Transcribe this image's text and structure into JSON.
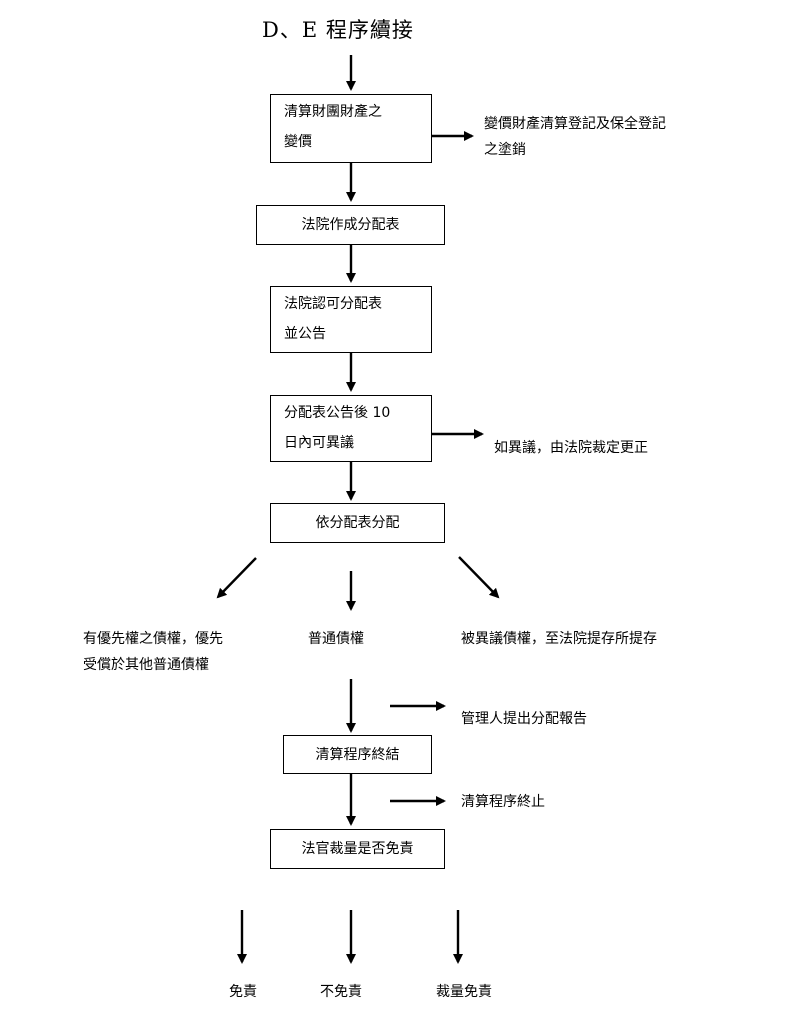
{
  "title": "D、E 程序續接",
  "boxes": {
    "liquidate": [
      "清算財團財產之",
      "變價"
    ],
    "make_table": [
      "法院作成分配表"
    ],
    "approve": [
      "法院認可分配表",
      "並公告"
    ],
    "objection": [
      "分配表公告後 10",
      "日內可異議"
    ],
    "distribute": [
      "依分配表分配"
    ],
    "terminate": [
      "清算程序終結"
    ],
    "discharge": [
      "法官裁量是否免責"
    ]
  },
  "side_labels": {
    "registration": [
      "變價財產清算登記及保全登記",
      "之塗銷"
    ],
    "court_correction": "如異議，由法院裁定更正",
    "report": "管理人提出分配報告",
    "end": "清算程序終止"
  },
  "branches": {
    "priority": [
      "有優先權之債權，優先",
      "受償於其他普通債權"
    ],
    "ordinary": "普通債權",
    "disputed": "被異議債權，至法院提存所提存"
  },
  "outcomes": {
    "exempt": "免責",
    "not_exempt": "不免責",
    "discretionary": "裁量免責"
  }
}
